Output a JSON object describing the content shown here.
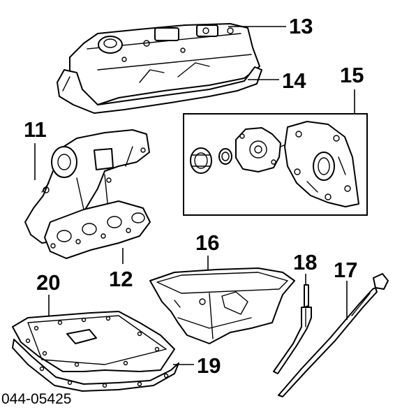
{
  "diagram": {
    "reference_code": "044-05425",
    "callouts": {
      "c11": "11",
      "c12": "12",
      "c13": "13",
      "c14": "14",
      "c15": "15",
      "c16": "16",
      "c17": "17",
      "c18": "18",
      "c19": "19",
      "c20": "20"
    }
  }
}
